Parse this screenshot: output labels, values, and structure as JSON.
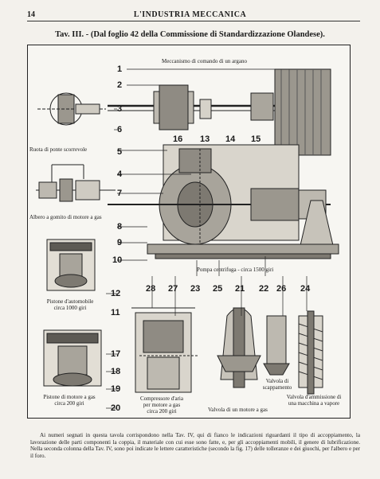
{
  "header": {
    "page_number": "14",
    "running_title": "L'INDUSTRIA MECCANICA"
  },
  "plate": {
    "title": "Tav. III. - (Dal foglio 42 della Commissione di Standardizzazione Olandese).",
    "labels": {
      "argano": "Meccanismo di comando di un argano",
      "ruota": "Ruota di ponte scorrevole",
      "albero": "Albero a gomito di motore a gas",
      "pompa": "Pompa centrifuga - circa 1500 giri",
      "pistone_auto_1": "Pistone d'automobile",
      "pistone_auto_2": "circa 1000 giri",
      "pistone_gas_1": "Pistone di motore a gas",
      "pistone_gas_2": "circa 200 giri",
      "compressore_1": "Compressore d'aria",
      "compressore_2": "per motore a gas",
      "compressore_3": "circa 200 giri",
      "valvola_motore": "Valvola di un motore a gas",
      "valvola_scarico_1": "Valvola di",
      "valvola_scarico_2": "scappamento",
      "valvola_amm_1": "Valvola d'ammissione di",
      "valvola_amm_2": "una macchina a vapore"
    },
    "numbers": {
      "n1": "1",
      "n2": "2",
      "n3": "3",
      "n4": "4",
      "n5": "5",
      "n6": "6",
      "n7": "7",
      "n8": "8",
      "n9": "9",
      "n10": "10",
      "n11": "11",
      "n12": "12",
      "n13": "13",
      "n14": "14",
      "n15": "15",
      "n16": "16",
      "n17": "17",
      "n18": "18",
      "n19": "19",
      "n20": "20",
      "n21": "21",
      "n22": "22",
      "n23": "23",
      "n24": "24",
      "n25": "25",
      "n26": "26",
      "n27": "27",
      "n28": "28"
    }
  },
  "caption": {
    "text": "Ai numeri segnati in questa tavola corrispondono nella Tav. IV, qui di fianco le indicazioni riguardanti il tipo di accoppiamento, la lavorazione delle parti componenti la coppia, il materiale con cui esse sono fatte, e, per gli accoppiamenti mobili, il genere di lubrificazione. Nella seconda colonna della Tav. IV, sono poi indicate le lettere caratteristiche (secondo la fig. 17) delle tolleranze e dei giuochi, per l'albero e per il foro."
  }
}
